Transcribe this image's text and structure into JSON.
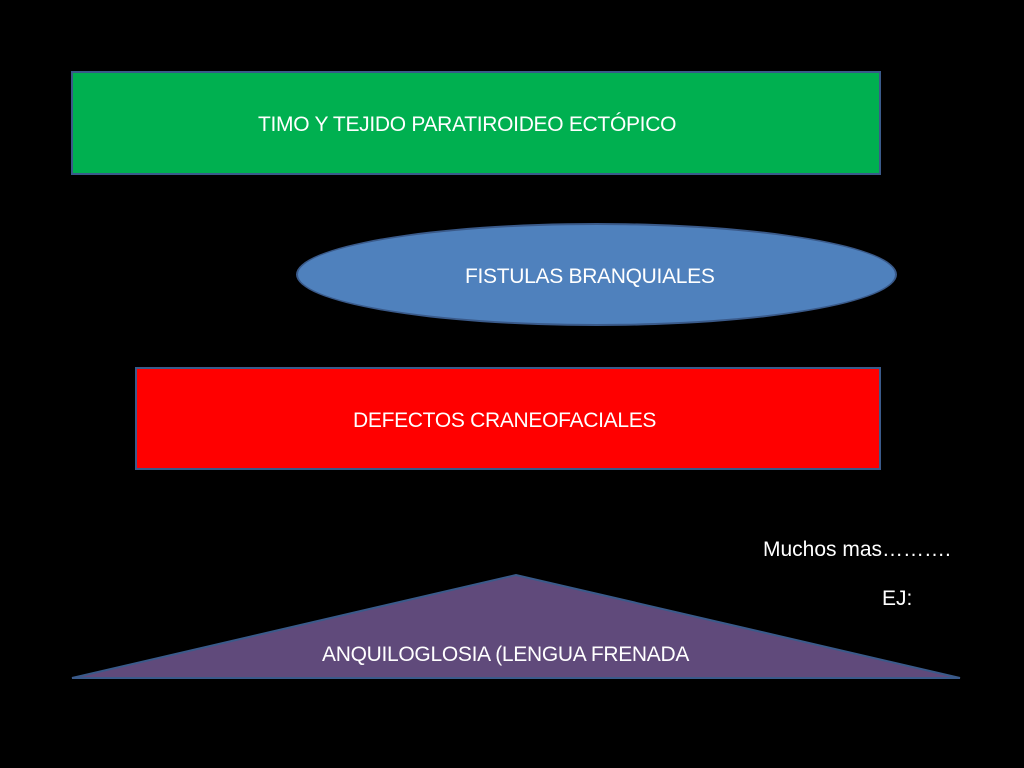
{
  "colors": {
    "background": "#000000",
    "green_box": "#00b050",
    "blue_ellipse": "#4f81bd",
    "red_box": "#ff0000",
    "purple_triangle": "#604a7b",
    "border": "#3a5a8a",
    "text": "#ffffff"
  },
  "shapes": {
    "timo": {
      "label": "TIMO Y TEJIDO PARATIROIDEO ECTÓPICO"
    },
    "fistulas": {
      "label": "FISTULAS BRANQUIALES"
    },
    "defectos": {
      "label": "DEFECTOS CRANEOFACIALES"
    },
    "anquiloglosia": {
      "label": "ANQUILOGLOSIA (LENGUA FRENADA"
    }
  },
  "notes": {
    "muchos": "Muchos mas……….",
    "ej": "EJ:"
  }
}
